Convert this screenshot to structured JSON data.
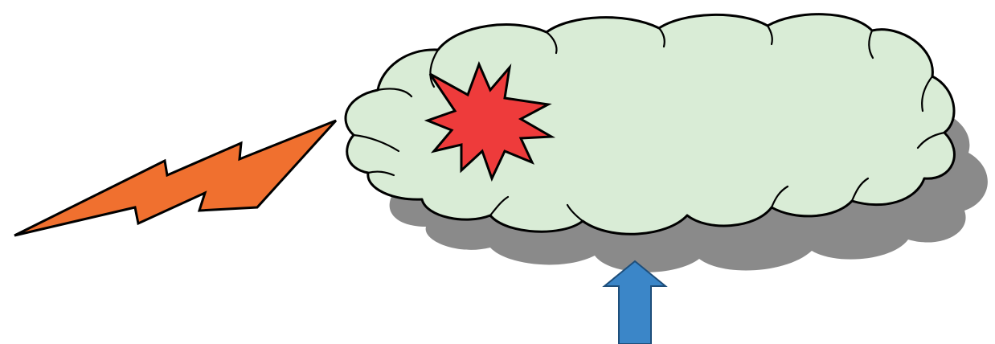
{
  "diagram": {
    "elements": [
      {
        "role": "cloud",
        "icon": "cloud-icon",
        "fill": "#d9ecd6",
        "shadow": "#8a8a8a",
        "stroke": "#000000"
      },
      {
        "role": "burst",
        "icon": "starburst-icon",
        "fill": "#ee3b3b",
        "stroke": "#000000"
      },
      {
        "role": "lightning",
        "icon": "lightning-bolt-icon",
        "fill": "#f0702f",
        "stroke": "#000000"
      },
      {
        "role": "arrow",
        "icon": "up-arrow-icon",
        "fill": "#3b86c8",
        "stroke": "#1e4e7a",
        "direction": "up"
      }
    ]
  }
}
